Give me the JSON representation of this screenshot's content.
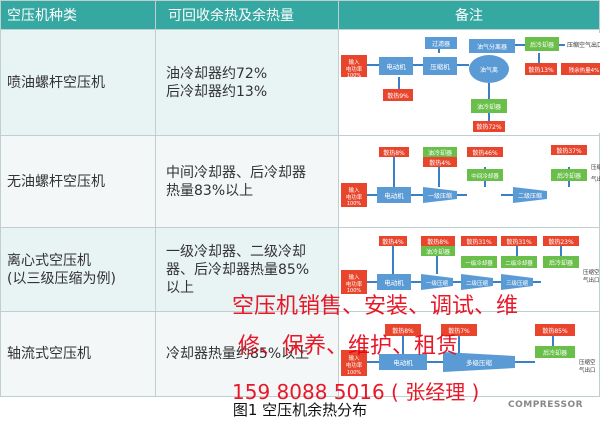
{
  "header": {
    "col1": "空压机种类",
    "col2": "可回收余热及余热量",
    "col3": "备注"
  },
  "rows": [
    {
      "type": "喷油螺杆空压机",
      "heat": "油冷却器约72%\n后冷却器约13%",
      "diagram": {
        "input": "输入电功率100%",
        "motor": "电动机",
        "compressor": "压缩机",
        "separator": "油气分离器",
        "oil_sep": "油气离",
        "filter": "过滤器",
        "aftercooler": "后冷却器",
        "oilcooler": "油冷却器",
        "outlet": "压缩空气出口",
        "heat_motor": "散热9%",
        "heat_after": "散热13%",
        "heat_oil": "散热72%",
        "residual": "残余热量4%"
      }
    },
    {
      "type": "无油螺杆空压机",
      "heat": "中间冷却器、后冷却器热量83%以上",
      "diagram": {
        "input": "输入电功率100%",
        "motor": "电动机",
        "stage1": "一级压缩",
        "stage2": "二级压缩",
        "oilcooler": "油冷却器",
        "intercooler": "中间冷却器",
        "aftercooler": "后冷却器",
        "outlet": "压缩空气出口",
        "heat_motor": "散热8%",
        "heat_oil": "散热4%",
        "heat_inter": "散热46%",
        "heat_after": "散热37%"
      }
    },
    {
      "type": "离心式空压机\n(以三级压缩为例)",
      "heat": "一级冷却器、二级冷却器、后冷却器热量85%以上",
      "diagram": {
        "input": "输入电功率100%",
        "motor": "电动机",
        "stage1": "一级压缩",
        "stage2": "二级压缩",
        "stage3": "三级压缩",
        "oilcooler": "油冷却器",
        "cooler1": "一级冷却器",
        "cooler2": "二级冷却器",
        "aftercooler": "后冷却器",
        "outlet": "压缩空气出口",
        "heat_motor": "散热4%",
        "heat_oil": "散热8%",
        "heat_c1": "散热31%",
        "heat_c2": "散热31%",
        "heat_after": "散热23%"
      }
    },
    {
      "type": "轴流式空压机",
      "heat": "冷却器热量约85%以上",
      "diagram": {
        "input": "输入电功率100%",
        "motor": "电动机",
        "multistage": "多级压缩",
        "aftercooler": "后冷却器",
        "outlet": "压缩空气出口",
        "heat_motor": "散热8%",
        "heat_oil": "散热7%",
        "heat_after": "散热85%"
      }
    }
  ],
  "caption": "图1 空压机余热分布",
  "watermark": {
    "line1": "空压机销售、安装、调试、维",
    "line2": "修、保养、维护、租赁",
    "line3": "159 8088 5016 ( 张经理 )"
  },
  "brand": "COMPRESSOR",
  "colors": {
    "header_bg": "#36a8a2",
    "box_blue": "#5b9bd5",
    "box_green": "#6abf4b",
    "box_red": "#e8452c",
    "watermark": "#e60012"
  }
}
